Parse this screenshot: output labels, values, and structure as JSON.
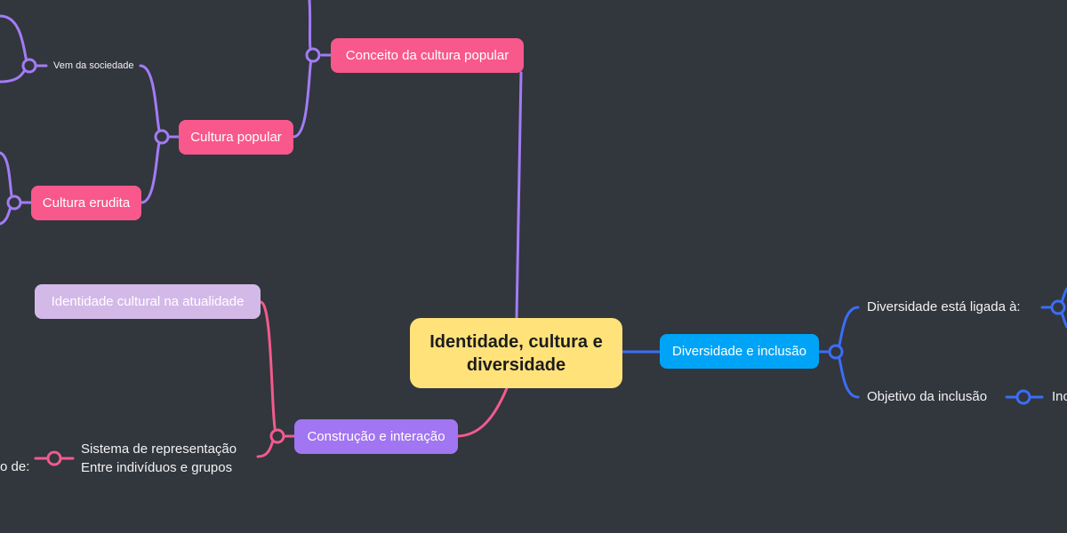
{
  "root": {
    "label": "Identidade, cultura e diversidade",
    "color": "#ffe27a",
    "text_color": "#1c1c1c"
  },
  "colors": {
    "background": "#32363d",
    "pink": "#f8588c",
    "purple": "#a275f2",
    "lavender": "#d3b9e8",
    "blue": "#00a4f6",
    "purple_line": "#a27cf5",
    "pink_line": "#f25b8c",
    "blue_line": "#3b6ef5"
  },
  "nodes": {
    "conceito": "Conceito da cultura popular",
    "cultura_popular": "Cultura popular",
    "cultura_erudita": "Cultura erudita",
    "vem_sociedade": "Vem da sociedade",
    "identidade_atualidade": "Identidade cultural na atualidade",
    "construcao": "Construção e interação",
    "sistema_1": "Sistema de representação",
    "sistema_2": "Entre indivíduos e grupos",
    "cut_left": "o de:",
    "diversidade_inclusao": "Diversidade e inclusão",
    "ligada": "Diversidade está ligada à:",
    "objetivo": "Objetivo da inclusão",
    "cut_right": "Inc"
  }
}
